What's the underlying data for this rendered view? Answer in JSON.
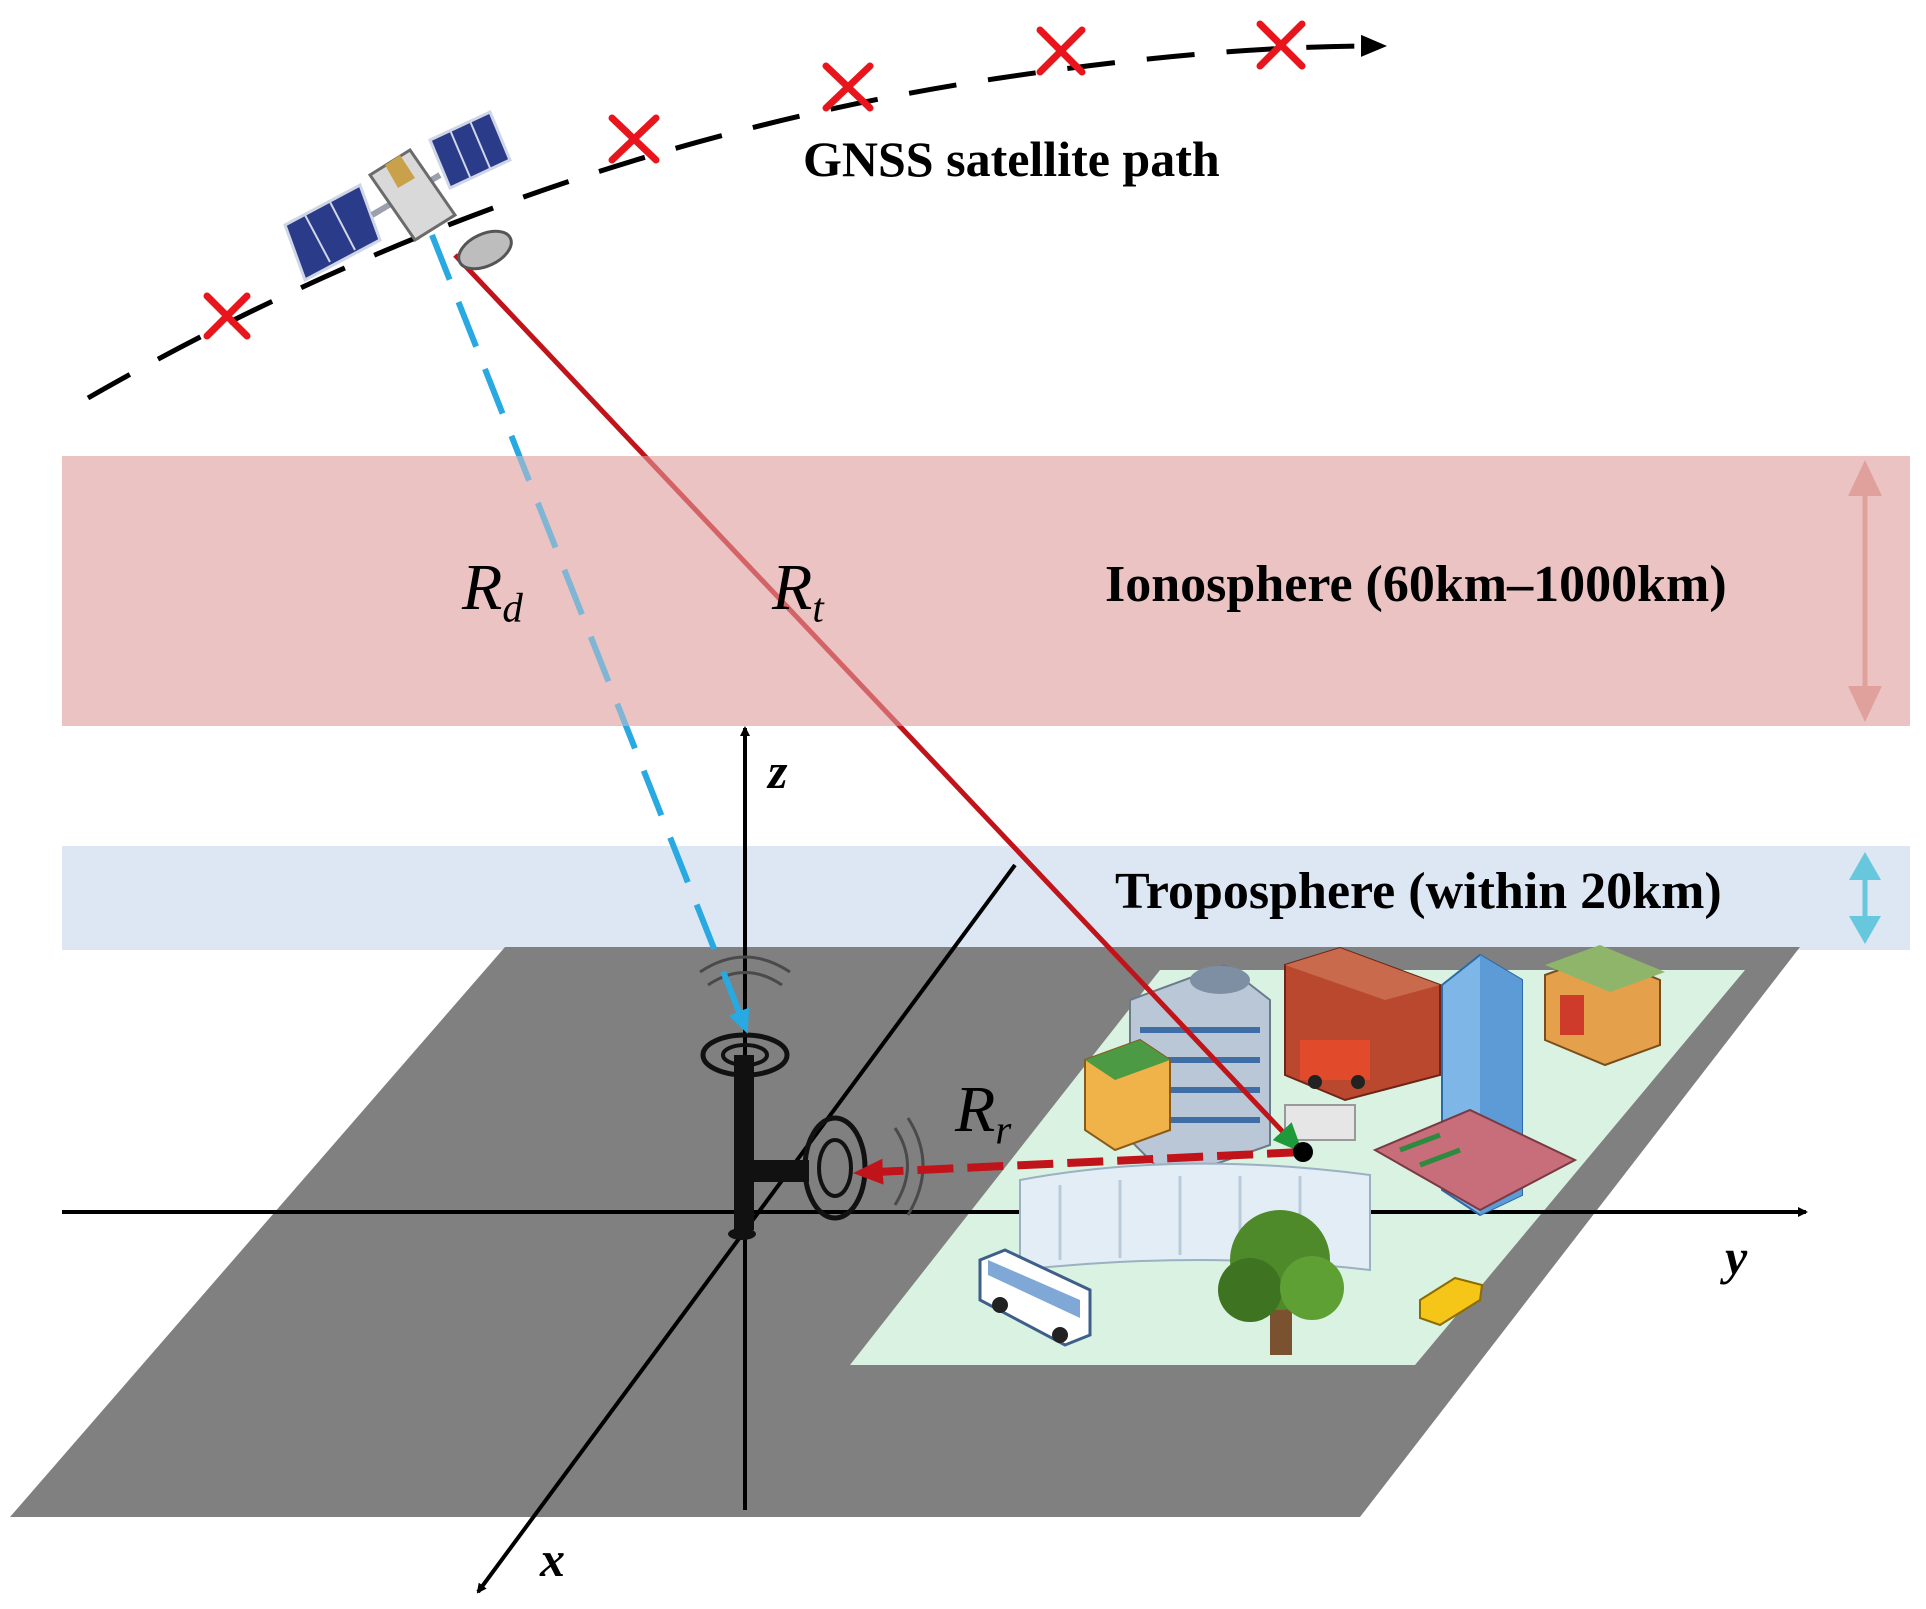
{
  "satellite_path_label": "GNSS satellite path",
  "ionosphere_label": "Ionosphere (60km–1000km)",
  "troposphere_label": "Troposphere (within 20km)",
  "paths": {
    "direct": {
      "symbol": "R",
      "sub": "d",
      "color": "#29a9e1"
    },
    "transmitted": {
      "symbol": "R",
      "sub": "t",
      "color": "#c0141a"
    },
    "reflected": {
      "symbol": "R",
      "sub": "r",
      "color": "#c0141a"
    }
  },
  "axes": {
    "x": "x",
    "y": "y",
    "z": "z"
  },
  "colors": {
    "ionosphere": "#ecc4c3",
    "troposphere": "#dde7f4",
    "ground": "#808080",
    "urban_area": "#d9f2e1",
    "satellite_marker": "#e8161c"
  },
  "icons": [
    "gnss-satellite-icon",
    "receiver-antenna-icon",
    "office-building-icon",
    "fire-station-icon",
    "skyscraper-icon",
    "gas-station-icon",
    "bus-icon",
    "taxi-icon",
    "tree-icon"
  ]
}
